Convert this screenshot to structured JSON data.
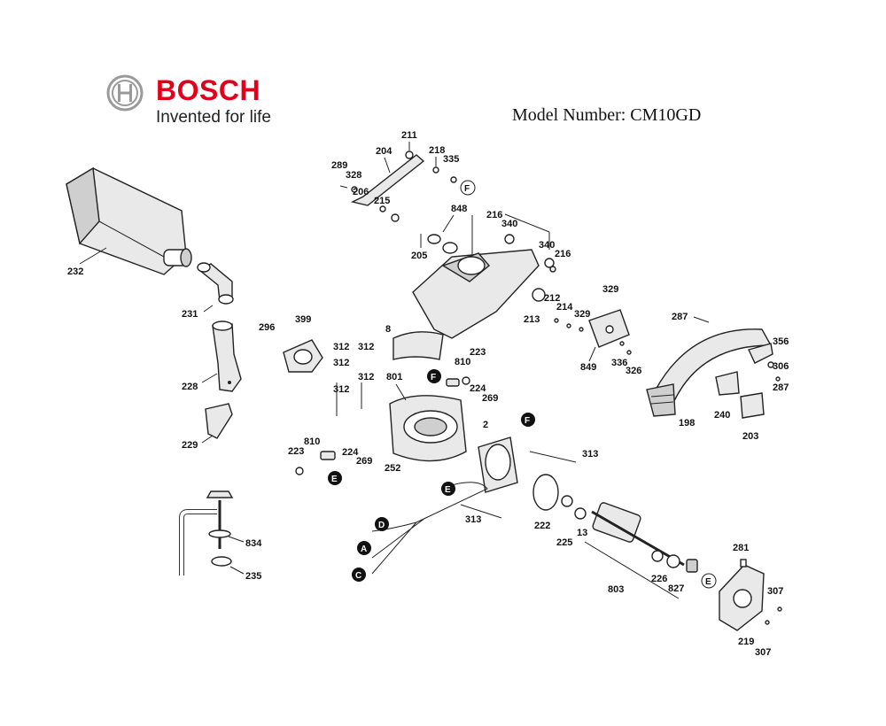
{
  "brand": {
    "name": "BOSCH",
    "tagline": "Invented for life",
    "color": "#e2001a"
  },
  "model": "Model Number: CM10GD",
  "labels": {
    "l232": "232",
    "l231": "231",
    "l228": "228",
    "l229": "229",
    "l834": "834",
    "l235": "235",
    "l296": "296",
    "l399": "399",
    "l312a": "312",
    "l312b": "312",
    "l312c": "312",
    "l312d": "312",
    "l312e": "312",
    "l8": "8",
    "l801": "801",
    "l810a": "810",
    "l810b": "810",
    "l223a": "223",
    "l223b": "223",
    "l224a": "224",
    "l224b": "224",
    "l269a": "269",
    "l269b": "269",
    "l252": "252",
    "l2": "2",
    "l313a": "313",
    "l313b": "313",
    "l222": "222",
    "l225": "225",
    "l13": "13",
    "l803": "803",
    "l226": "226",
    "l827": "827",
    "l281": "281",
    "l307a": "307",
    "l307b": "307",
    "l219": "219",
    "l211": "211",
    "l204": "204",
    "l218": "218",
    "l335": "335",
    "l289": "289",
    "l328": "328",
    "l206": "206",
    "l215": "215",
    "l848": "848",
    "l216a": "216",
    "l216b": "216",
    "l340a": "340",
    "l340b": "340",
    "l205": "205",
    "l213": "213",
    "l212": "212",
    "l214": "214",
    "l329a": "329",
    "l329b": "329",
    "l849": "849",
    "l336": "336",
    "l326": "326",
    "l287a": "287",
    "l287b": "287",
    "l356": "356",
    "l306": "306",
    "l198": "198",
    "l240": "240",
    "l203": "203"
  },
  "callouts": {
    "f": "F",
    "e": "E",
    "d": "D",
    "a": "A",
    "c": "C"
  }
}
